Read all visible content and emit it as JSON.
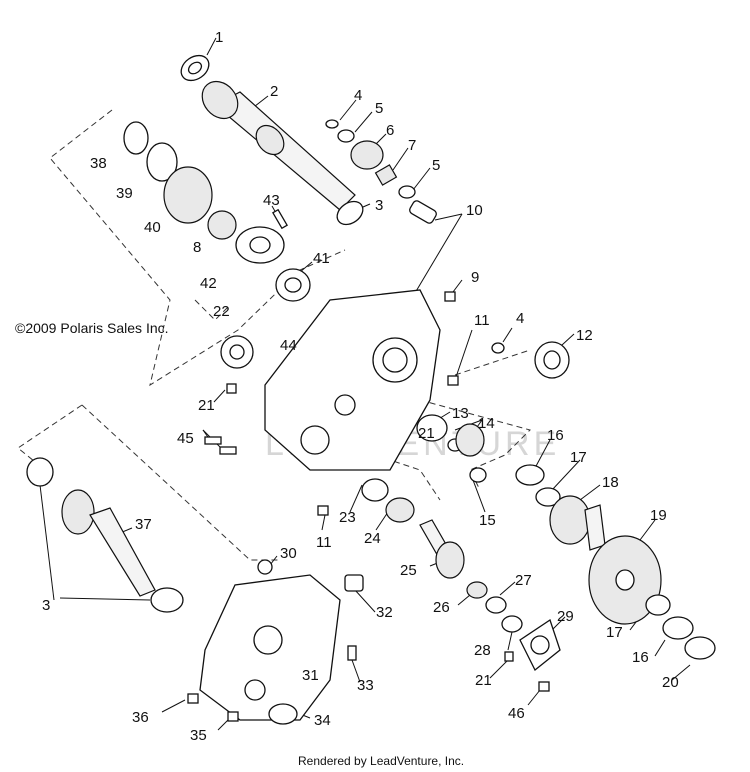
{
  "copyright": "©2009 Polaris Sales Inc.",
  "footer": "Rendered by LeadVenture, Inc.",
  "watermark": "LEADVENTURE",
  "callouts": [
    "1",
    "2",
    "4",
    "5",
    "6",
    "7",
    "5",
    "3",
    "10",
    "38",
    "39",
    "40",
    "43",
    "8",
    "42",
    "41",
    "9",
    "22",
    "44",
    "11",
    "4",
    "12",
    "21",
    "13",
    "14",
    "21",
    "16",
    "17",
    "18",
    "45",
    "23",
    "15",
    "11",
    "24",
    "19",
    "37",
    "30",
    "25",
    "3",
    "27",
    "26",
    "32",
    "29",
    "17",
    "28",
    "16",
    "31",
    "21",
    "20",
    "33",
    "36",
    "46",
    "34",
    "35"
  ]
}
